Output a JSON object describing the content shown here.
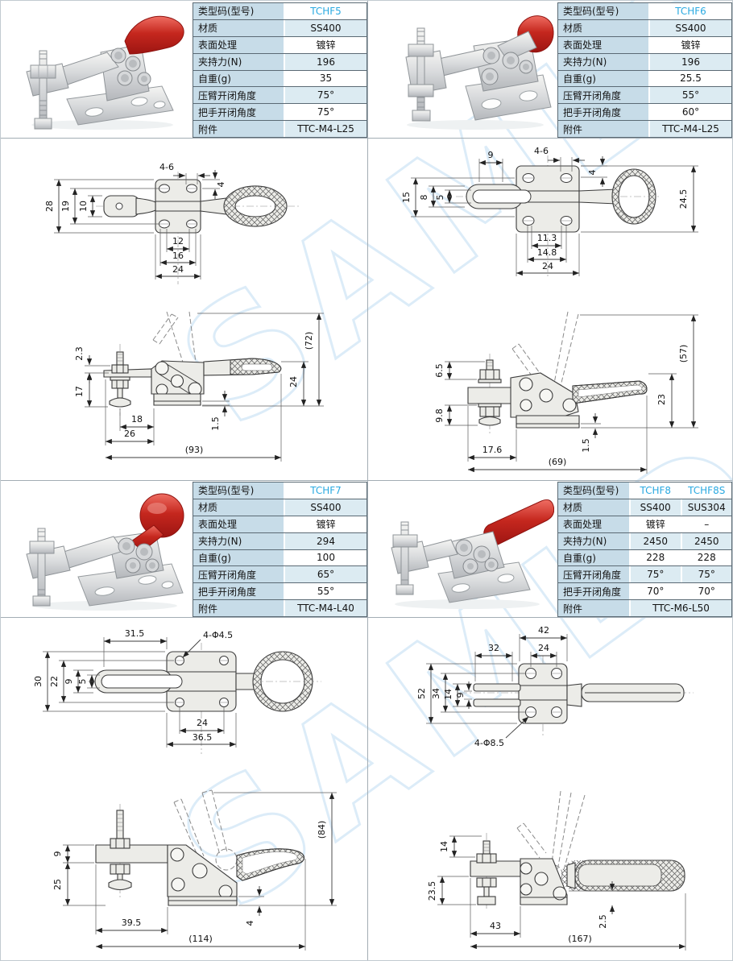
{
  "watermark": "SAMLD",
  "colors": {
    "accent_model": "#29a9e1",
    "table_label_bg": "#c7dce8",
    "table_alt_bg": "#dcebf2",
    "watermark_blue": "#dcecf8"
  },
  "spec_labels": [
    "类型码(型号)",
    "材质",
    "表面处理",
    "夹持力(N)",
    "自重(g)",
    "压臂开闭角度",
    "把手开闭角度",
    "附件"
  ],
  "products": {
    "tchf5": {
      "model": "TCHF5",
      "material": "SS400",
      "surface": "镀锌",
      "clamp_force": "196",
      "weight": "35",
      "arm_angle": "75°",
      "handle_angle": "75°",
      "accessory": "TTC-M4-L25"
    },
    "tchf6": {
      "model": "TCHF6",
      "material": "SS400",
      "surface": "镀锌",
      "clamp_force": "196",
      "weight": "25.5",
      "arm_angle": "55°",
      "handle_angle": "60°",
      "accessory": "TTC-M4-L25"
    },
    "tchf7": {
      "model": "TCHF7",
      "material": "SS400",
      "surface": "镀锌",
      "clamp_force": "294",
      "weight": "100",
      "arm_angle": "65°",
      "handle_angle": "55°",
      "accessory": "TTC-M4-L40"
    },
    "tchf8": {
      "models": [
        "TCHF8",
        "TCHF8S"
      ],
      "materials": [
        "SS400",
        "SUS304"
      ],
      "surfaces": [
        "镀锌",
        "–"
      ],
      "clamp_forces": [
        "2450",
        "2450"
      ],
      "weights": [
        "228",
        "228"
      ],
      "arm_angles": [
        "75°",
        "75°"
      ],
      "handle_angles": [
        "70°",
        "70°"
      ],
      "accessory": "TTC-M6-L50"
    }
  },
  "dims": {
    "tchf5_top": {
      "hole_pitch": "4-6",
      "edge": "4",
      "h28": "28",
      "h19": "19",
      "h10": "10",
      "w12": "12",
      "w16": "16",
      "w24": "24"
    },
    "tchf5_side": {
      "t23": "2.3",
      "h17": "17",
      "open_h": "(72)",
      "h24": "24",
      "w18": "18",
      "w26": "26",
      "t15": "1.5",
      "len": "(93)"
    },
    "tchf6_top": {
      "hole_pitch": "4-6",
      "w9": "9",
      "edge": "4",
      "h15": "15",
      "h8": "8",
      "h5": "5",
      "w113": "11.3",
      "w148": "14.8",
      "w24": "24",
      "h245": "24.5"
    },
    "tchf6_side": {
      "h65": "6.5",
      "h98": "9.8",
      "open_h": "(57)",
      "h23": "23",
      "w176": "17.6",
      "t15": "1.5",
      "len": "(69)"
    },
    "tchf7_top": {
      "w315": "31.5",
      "holes": "4-Φ4.5",
      "h30": "30",
      "h22": "22",
      "h9": "9",
      "h5": "5",
      "w24": "24",
      "w365": "36.5"
    },
    "tchf7_side": {
      "h9": "9",
      "h25": "25",
      "open_h": "(84)",
      "w395": "39.5",
      "t4": "4",
      "len": "(114)"
    },
    "tchf8_top": {
      "w42": "42",
      "w32": "32",
      "w24": "24",
      "h52": "52",
      "h34": "34",
      "h14": "14",
      "h9": "9",
      "holes": "4-Φ8.5"
    },
    "tchf8_side": {
      "h14": "14",
      "h235": "23.5",
      "w43": "43",
      "t25": "2.5",
      "len": "(167)"
    }
  }
}
